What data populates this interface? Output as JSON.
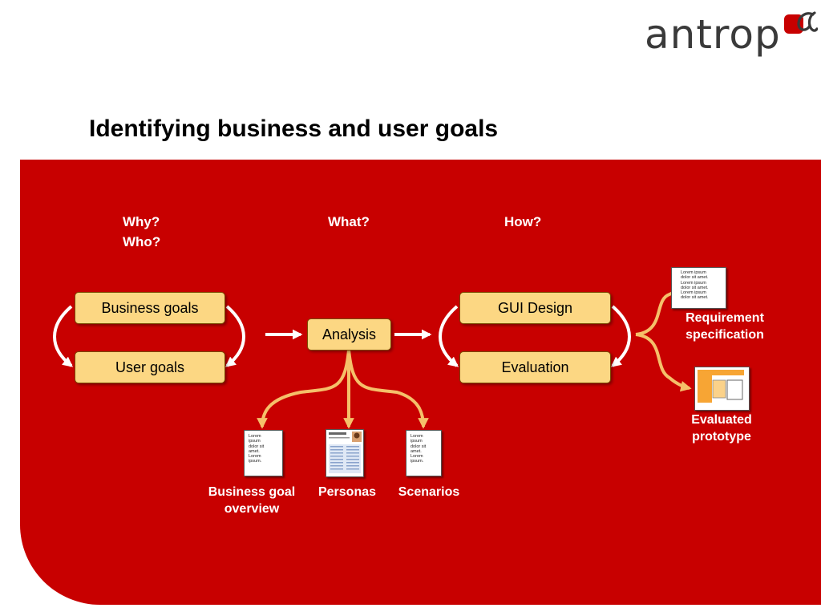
{
  "logo": {
    "text": "antrop",
    "brand_red": "#c80000",
    "mark": "alpha-sigil"
  },
  "title": "Identifying business and user goals",
  "colors": {
    "panel_red": "#c80000",
    "box_fill": "#fcd783",
    "arrow_orange": "#f5c06a",
    "arrow_white": "#ffffff"
  },
  "questions": {
    "why": "Why?",
    "who": "Who?",
    "what": "What?",
    "how": "How?"
  },
  "boxes": {
    "business_goals": "Business goals",
    "user_goals": "User goals",
    "analysis": "Analysis",
    "gui_design": "GUI Design",
    "evaluation": "Evaluation"
  },
  "outputs": {
    "business_goal_overview": {
      "line1": "Business goal",
      "line2": "overview"
    },
    "personas": "Personas",
    "scenarios": "Scenarios",
    "requirement_spec": {
      "line1": "Requirement",
      "line2": "specification"
    },
    "evaluated_prototype": {
      "line1": "Evaluated",
      "line2": "prototype"
    }
  },
  "doc_text": {
    "short": [
      "Lorem",
      "ipsum",
      "dolor sit",
      "amet.",
      "Lorem",
      "ipsum."
    ],
    "wide": [
      "Lorem ipsum",
      "dolor sit amet.",
      "Lorem ipsum",
      "dolor sit amet.",
      "Lorem ipsum",
      "dolor sit amet."
    ]
  }
}
